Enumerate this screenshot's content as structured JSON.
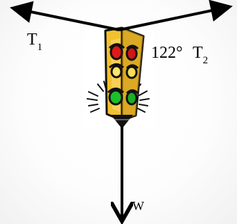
{
  "diagram": {
    "labels": {
      "t1": "T",
      "t1_sub": "1",
      "t2": "T",
      "t2_sub": "2",
      "angle": "122°",
      "weight": "W"
    },
    "angle_degrees": 122,
    "forces": [
      "T1",
      "T2",
      "W"
    ],
    "object": "traffic-light",
    "colors": {
      "vector": "#000000",
      "housing": "#f2c12e",
      "housing_shade": "#c8951b",
      "red_lamp": "#e01818",
      "yellow_lamp": "#f8e56a",
      "green_lamp": "#1bbf2a",
      "outline": "#111111"
    }
  }
}
